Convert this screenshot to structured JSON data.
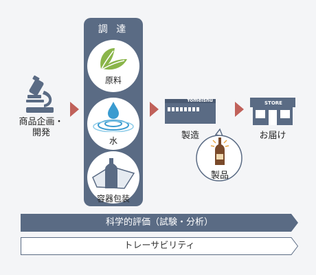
{
  "steps": {
    "planning": "商品企画・\n開発",
    "procurement": "調 達",
    "raw_material": "原料",
    "water": "水",
    "container": "容器包装",
    "manufacturing": "製造",
    "product": "製品",
    "delivery": "お届け"
  },
  "signs": {
    "factory": "Yomeishu",
    "store": "STORE"
  },
  "bars": {
    "evaluation": "科学的評価（試験・分析）",
    "traceability": "トレーサビリティ"
  },
  "colors": {
    "panel": "#5a6b84",
    "arrow": "#c0615a",
    "leaf": "#8ab54a",
    "water": "#3a9bd0",
    "bottle": "#7a4a2a"
  }
}
